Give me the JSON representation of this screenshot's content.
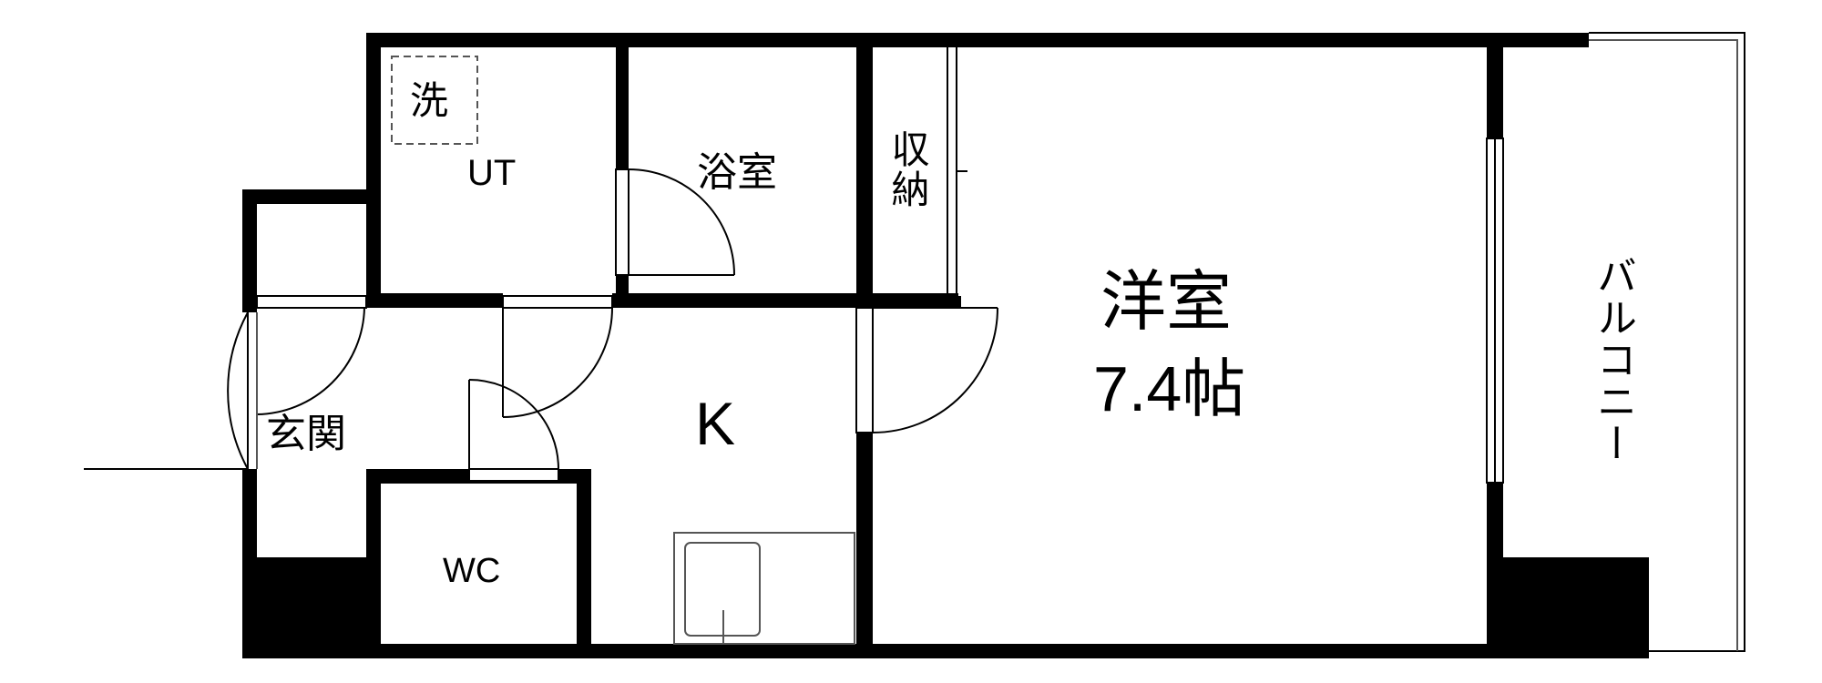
{
  "colors": {
    "wall": "#000000",
    "line": "#000000",
    "background": "#ffffff",
    "thin": "#555555"
  },
  "rooms": {
    "washer": "洗",
    "ut": "UT",
    "bath": "浴室",
    "storage": "収納",
    "western_room": "洋室",
    "western_room_size": "7.4帖",
    "kitchen": "K",
    "entrance": "玄関",
    "wc": "WC",
    "balcony": "バルコニー"
  }
}
